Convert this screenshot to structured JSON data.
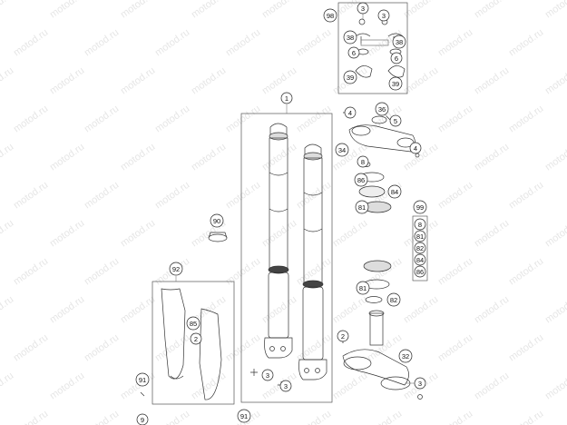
{
  "watermark": "motod.ru",
  "callouts": [
    {
      "id": "c98",
      "text": "98"
    },
    {
      "id": "c3a",
      "text": "3"
    },
    {
      "id": "c3b",
      "text": "3"
    },
    {
      "id": "c38a",
      "text": "38"
    },
    {
      "id": "c38b",
      "text": "38"
    },
    {
      "id": "c6a",
      "text": "6"
    },
    {
      "id": "c6b",
      "text": "6"
    },
    {
      "id": "c39a",
      "text": "39"
    },
    {
      "id": "c39b",
      "text": "39"
    },
    {
      "id": "c1",
      "text": "1"
    },
    {
      "id": "c36",
      "text": "36"
    },
    {
      "id": "c4a",
      "text": "4"
    },
    {
      "id": "c5",
      "text": "5"
    },
    {
      "id": "c34",
      "text": "34"
    },
    {
      "id": "c4b",
      "text": "4"
    },
    {
      "id": "c8",
      "text": "8"
    },
    {
      "id": "c86",
      "text": "86"
    },
    {
      "id": "c84",
      "text": "84"
    },
    {
      "id": "c81a",
      "text": "81"
    },
    {
      "id": "c90",
      "text": "90"
    },
    {
      "id": "c92",
      "text": "92"
    },
    {
      "id": "c81b",
      "text": "81"
    },
    {
      "id": "c82",
      "text": "82"
    },
    {
      "id": "c85",
      "text": "85"
    },
    {
      "id": "c2a",
      "text": "2"
    },
    {
      "id": "c2b",
      "text": "2"
    },
    {
      "id": "c32",
      "text": "32"
    },
    {
      "id": "c3c",
      "text": "3"
    },
    {
      "id": "c3d",
      "text": "3"
    },
    {
      "id": "c91a",
      "text": "91"
    },
    {
      "id": "c9",
      "text": "9"
    },
    {
      "id": "c91b",
      "text": "91"
    },
    {
      "id": "c3e",
      "text": "3"
    }
  ],
  "kit": {
    "title": "99",
    "items": [
      "8",
      "81",
      "82",
      "84",
      "86"
    ]
  }
}
